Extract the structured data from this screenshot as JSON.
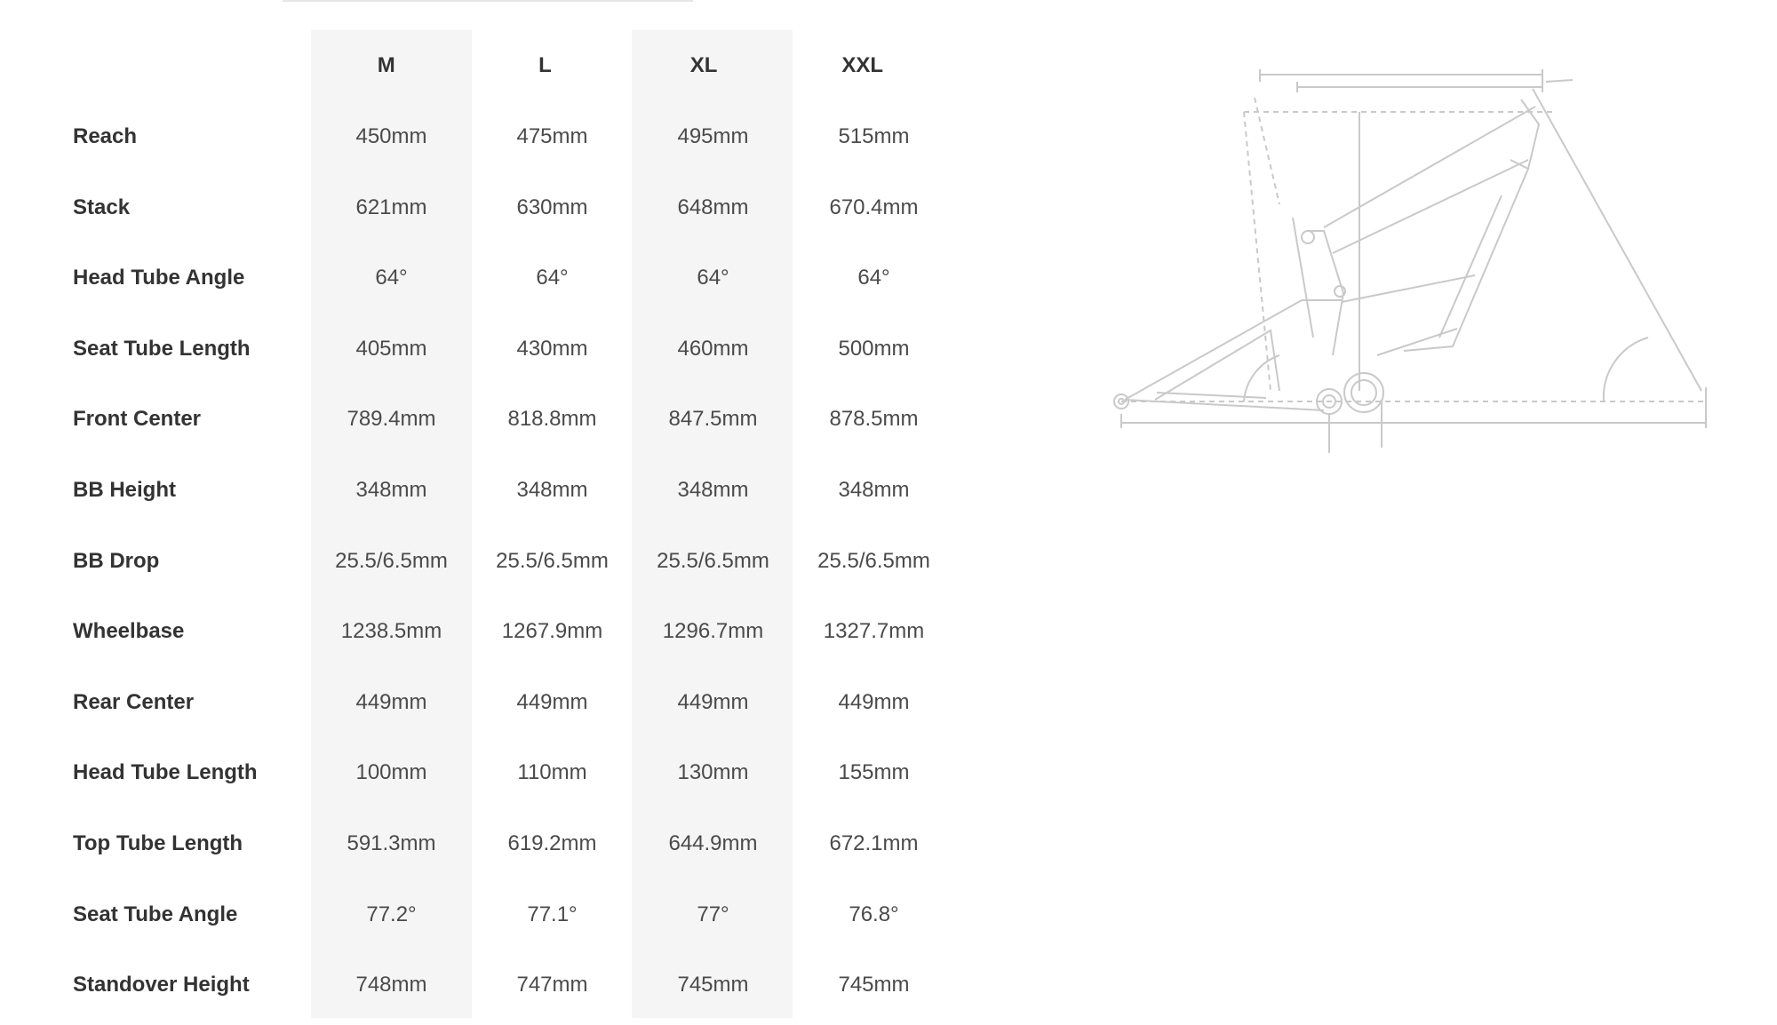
{
  "sizes": [
    "M",
    "L",
    "XL",
    "XXL"
  ],
  "rows": [
    {
      "label": "Reach",
      "values": [
        "450mm",
        "475mm",
        "495mm",
        "515mm"
      ]
    },
    {
      "label": "Stack",
      "values": [
        "621mm",
        "630mm",
        "648mm",
        "670.4mm"
      ]
    },
    {
      "label": "Head Tube Angle",
      "values": [
        "64°",
        "64°",
        "64°",
        "64°"
      ]
    },
    {
      "label": "Seat Tube Length",
      "values": [
        "405mm",
        "430mm",
        "460mm",
        "500mm"
      ]
    },
    {
      "label": "Front Center",
      "values": [
        "789.4mm",
        "818.8mm",
        "847.5mm",
        "878.5mm"
      ]
    },
    {
      "label": "BB Height",
      "values": [
        "348mm",
        "348mm",
        "348mm",
        "348mm"
      ]
    },
    {
      "label": "BB Drop",
      "values": [
        "25.5/6.5mm",
        "25.5/6.5mm",
        "25.5/6.5mm",
        "25.5/6.5mm"
      ]
    },
    {
      "label": "Wheelbase",
      "values": [
        "1238.5mm",
        "1267.9mm",
        "1296.7mm",
        "1327.7mm"
      ]
    },
    {
      "label": "Rear Center",
      "values": [
        "449mm",
        "449mm",
        "449mm",
        "449mm"
      ]
    },
    {
      "label": "Head Tube Length",
      "values": [
        "100mm",
        "110mm",
        "130mm",
        "155mm"
      ]
    },
    {
      "label": "Top Tube Length",
      "values": [
        "591.3mm",
        "619.2mm",
        "644.9mm",
        "672.1mm"
      ]
    },
    {
      "label": "Seat Tube Angle",
      "values": [
        "77.2°",
        "77.1°",
        "77°",
        "76.8°"
      ]
    },
    {
      "label": "Standover Height",
      "values": [
        "748mm",
        "747mm",
        "745mm",
        "745mm"
      ]
    }
  ],
  "diagram": {
    "icon": "bike-frame-geometry-diagram",
    "line_color": "#c9c9c9"
  }
}
